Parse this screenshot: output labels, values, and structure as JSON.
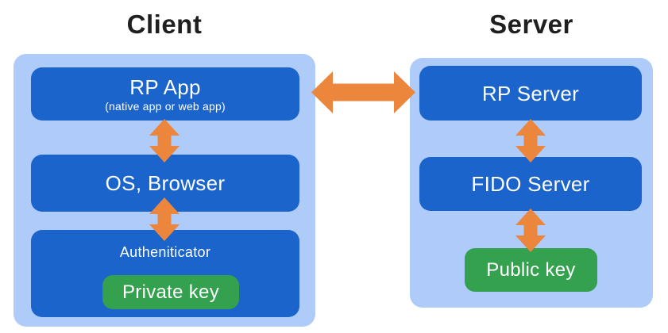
{
  "colors": {
    "page_bg": "#FFFFFF",
    "panel_bg": "#AECBFA",
    "box_bg": "#1A64CB",
    "key_bg": "#34A14E",
    "arrow": "#EB863C",
    "title_text": "#1F1F1F",
    "box_text": "#FFFFFF"
  },
  "client": {
    "title": "Client",
    "rp_app": {
      "label": "RP App",
      "sublabel": "(native app or web app)"
    },
    "os_browser": {
      "label": "OS, Browser"
    },
    "authenticator": {
      "label": "Autheniticator"
    },
    "private_key": {
      "label": "Private key"
    }
  },
  "server": {
    "title": "Server",
    "rp_server": {
      "label": "RP Server"
    },
    "fido_server": {
      "label": "FIDO Server"
    },
    "public_key": {
      "label": "Public key"
    }
  }
}
